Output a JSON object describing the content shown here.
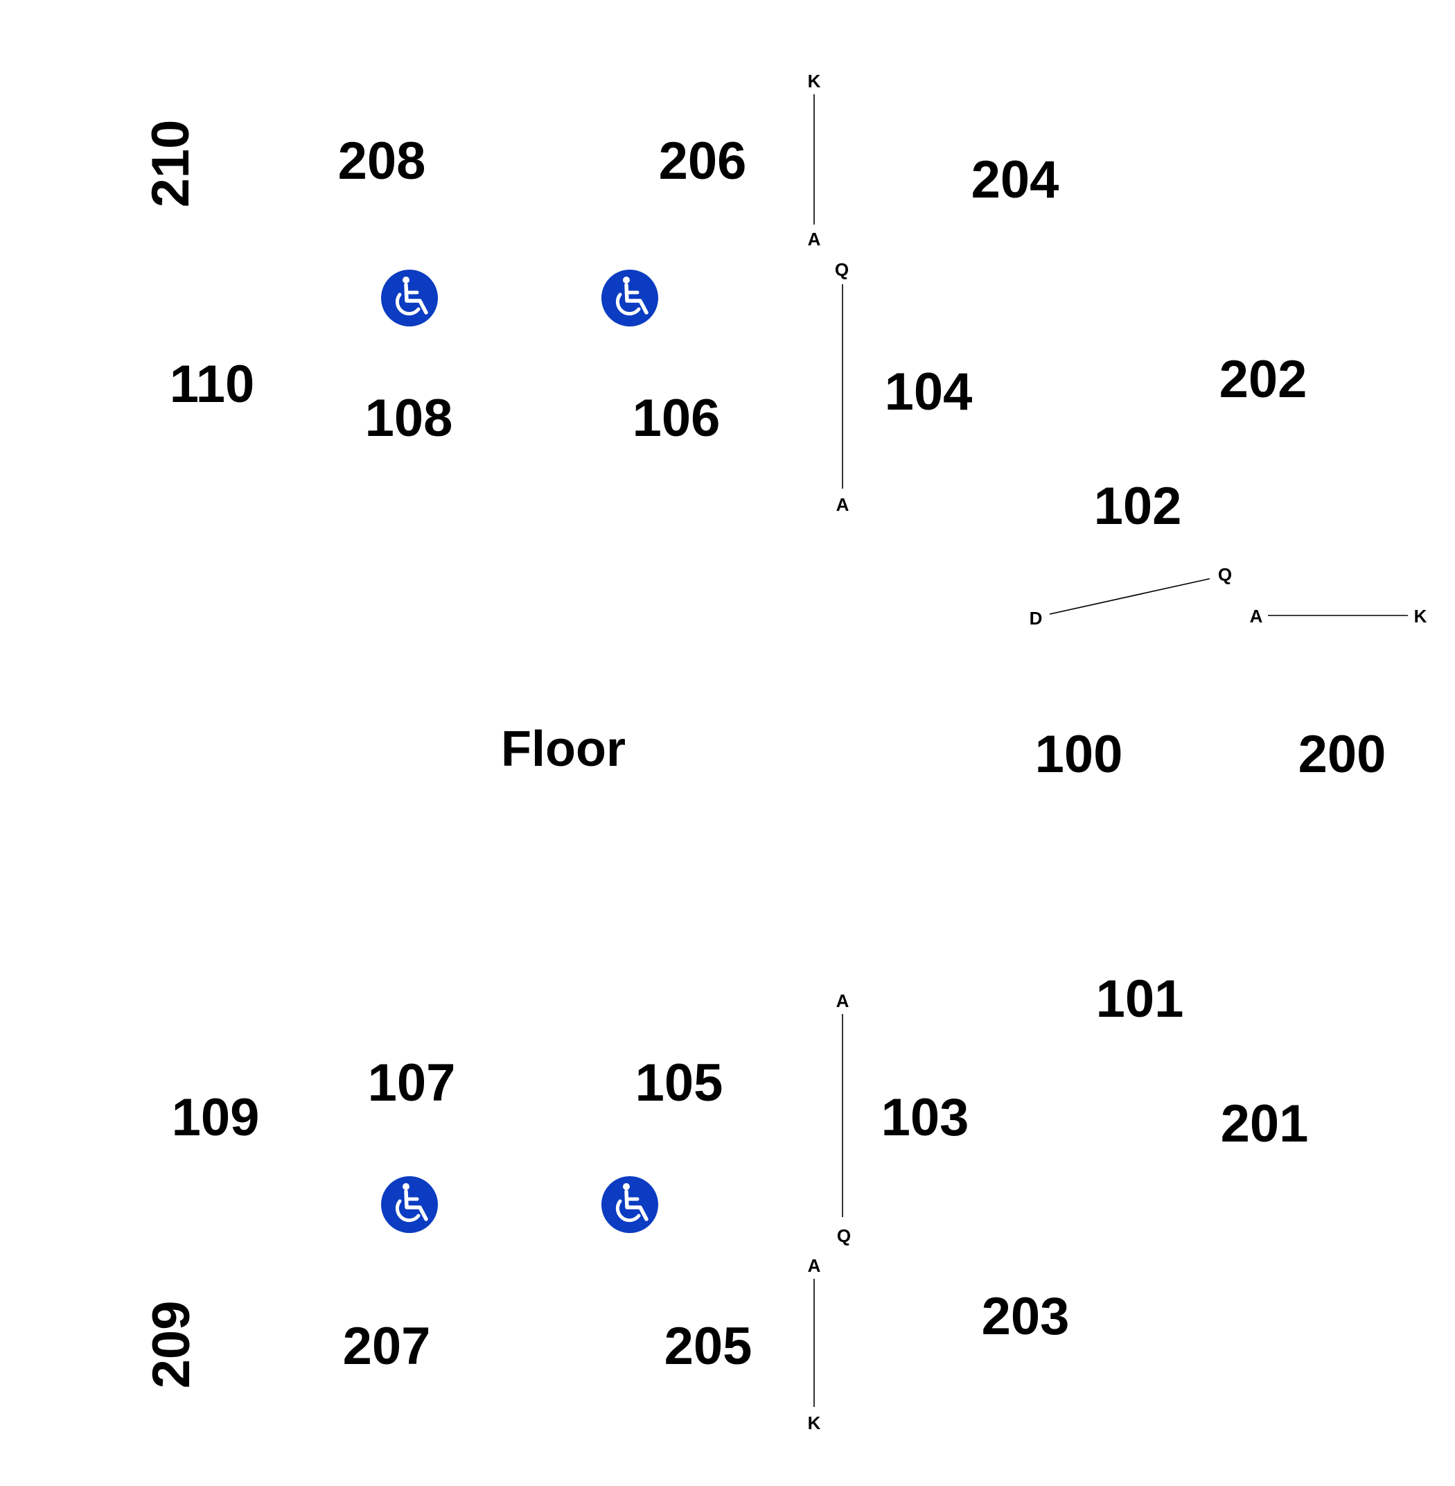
{
  "floor_label": "Floor",
  "accessible_icon": "wheelchair-accessible-icon",
  "colors": {
    "accessible": "#0b3cc1",
    "text": "#000000",
    "background": "#ffffff"
  },
  "sections": [
    {
      "id": "210",
      "label": "210"
    },
    {
      "id": "208",
      "label": "208"
    },
    {
      "id": "206",
      "label": "206"
    },
    {
      "id": "204",
      "label": "204"
    },
    {
      "id": "202",
      "label": "202"
    },
    {
      "id": "200",
      "label": "200"
    },
    {
      "id": "110",
      "label": "110"
    },
    {
      "id": "108",
      "label": "108"
    },
    {
      "id": "106",
      "label": "106"
    },
    {
      "id": "104",
      "label": "104"
    },
    {
      "id": "102",
      "label": "102"
    },
    {
      "id": "100",
      "label": "100"
    },
    {
      "id": "101",
      "label": "101"
    },
    {
      "id": "103",
      "label": "103"
    },
    {
      "id": "105",
      "label": "105"
    },
    {
      "id": "107",
      "label": "107"
    },
    {
      "id": "109",
      "label": "109"
    },
    {
      "id": "201",
      "label": "201"
    },
    {
      "id": "203",
      "label": "203"
    },
    {
      "id": "205",
      "label": "205"
    },
    {
      "id": "207",
      "label": "207"
    },
    {
      "id": "209",
      "label": "209"
    }
  ],
  "row_ranges": [
    {
      "id": "206-rows",
      "start": "K",
      "end": "A"
    },
    {
      "id": "104-rows",
      "start": "Q",
      "end": "A"
    },
    {
      "id": "102-rows",
      "start": "D",
      "end": "Q"
    },
    {
      "id": "200-rows",
      "start": "A",
      "end": "K"
    },
    {
      "id": "103-rows",
      "start": "A",
      "end": "Q"
    },
    {
      "id": "205-rows",
      "start": "A",
      "end": "K"
    }
  ]
}
